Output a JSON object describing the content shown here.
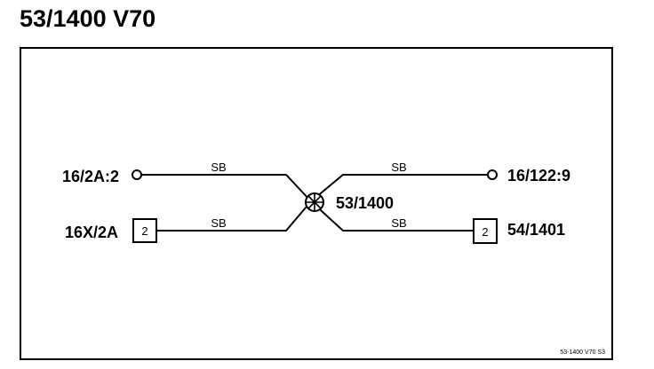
{
  "title": "53/1400 V70",
  "splice": {
    "label": "53/1400",
    "icon": "splice-junction-icon"
  },
  "wires": [
    {
      "label": "SB"
    },
    {
      "label": "SB"
    },
    {
      "label": "SB"
    },
    {
      "label": "SB"
    }
  ],
  "connectors": {
    "left_top": {
      "label": "16/2A:2",
      "icon": "open-terminal-icon"
    },
    "left_bottom": {
      "label": "16X/2A",
      "pin": "2",
      "icon": "connector-pin-box-icon"
    },
    "right_top": {
      "label": "16/122:9",
      "icon": "open-terminal-icon"
    },
    "right_bottom": {
      "label": "54/1401",
      "pin": "2",
      "icon": "connector-pin-box-icon"
    }
  },
  "footer_ref": "53-1400 V70 S3",
  "colors": {
    "line": "#000000",
    "background": "#ffffff"
  }
}
